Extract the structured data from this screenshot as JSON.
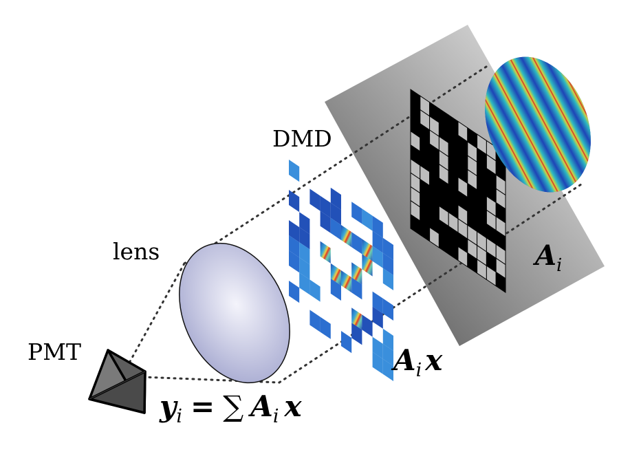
{
  "labels": {
    "dmd": "DMD",
    "lens": "lens",
    "pmt": "PMT"
  },
  "equations": {
    "pattern": {
      "base": "A",
      "sub": "i"
    },
    "masked": {
      "base": "A",
      "sub": "i",
      "tail": "x"
    },
    "measurement": {
      "lhs": "y",
      "lhs_sub": "i",
      "eq": "=",
      "sum": "∑",
      "base": "A",
      "sub": "i",
      "tail": "x"
    }
  },
  "colors": {
    "ink": "#000000",
    "screen_light": "#f2f2f2",
    "screen_dark": "#555555",
    "lens_fill": "#c9cbe6",
    "dmd_off_pixel": "#bdbdbd",
    "detector": "#6b6b6b"
  },
  "icons": {
    "detector": "pyramid-detector-icon",
    "lens": "ellipse-lens-icon"
  }
}
